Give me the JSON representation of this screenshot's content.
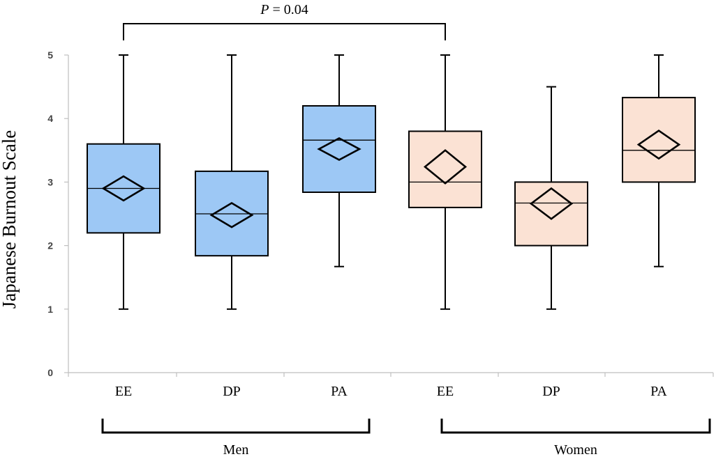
{
  "chart_data": {
    "type": "box",
    "ylabel": "Japanese Burnout Scale",
    "ylim": [
      0,
      5
    ],
    "yticks": [
      "0",
      "1",
      "2",
      "3",
      "4",
      "5"
    ],
    "categories": [
      "EE",
      "DP",
      "PA",
      "EE",
      "DP",
      "PA"
    ],
    "groups": [
      {
        "label": "Men",
        "color": "#9dc8f5",
        "category_indices": [
          0,
          1,
          2
        ]
      },
      {
        "label": "Women",
        "color": "#fbe2d4",
        "category_indices": [
          3,
          4,
          5
        ]
      }
    ],
    "boxes": [
      {
        "category": "EE",
        "group": "Men",
        "min": 1,
        "q1": 2.2,
        "median": 2.9,
        "q3": 3.6,
        "max": 5,
        "mean": 2.9,
        "mean_ci": [
          2.71,
          3.09
        ]
      },
      {
        "category": "DP",
        "group": "Men",
        "min": 1,
        "q1": 1.84,
        "median": 2.5,
        "q3": 3.17,
        "max": 5,
        "mean": 2.48,
        "mean_ci": [
          2.29,
          2.67
        ]
      },
      {
        "category": "PA",
        "group": "Men",
        "min": 1.67,
        "q1": 2.84,
        "median": 3.66,
        "q3": 4.2,
        "max": 5,
        "mean": 3.52,
        "mean_ci": [
          3.35,
          3.69
        ]
      },
      {
        "category": "EE",
        "group": "Women",
        "min": 1,
        "q1": 2.6,
        "median": 3.0,
        "q3": 3.8,
        "max": 5,
        "mean": 3.24,
        "mean_ci": [
          2.98,
          3.5
        ]
      },
      {
        "category": "DP",
        "group": "Women",
        "min": 1,
        "q1": 2.0,
        "median": 2.67,
        "q3": 3.0,
        "max": 4.5,
        "mean": 2.66,
        "mean_ci": [
          2.42,
          2.9
        ]
      },
      {
        "category": "PA",
        "group": "Women",
        "min": 1.67,
        "q1": 3.0,
        "median": 3.5,
        "q3": 4.33,
        "max": 5,
        "mean": 3.59,
        "mean_ci": [
          3.37,
          3.81
        ]
      }
    ],
    "annotation": {
      "text_italic": "P",
      "text_rest": " = 0.04",
      "from_index": 0,
      "to_index": 3
    }
  }
}
